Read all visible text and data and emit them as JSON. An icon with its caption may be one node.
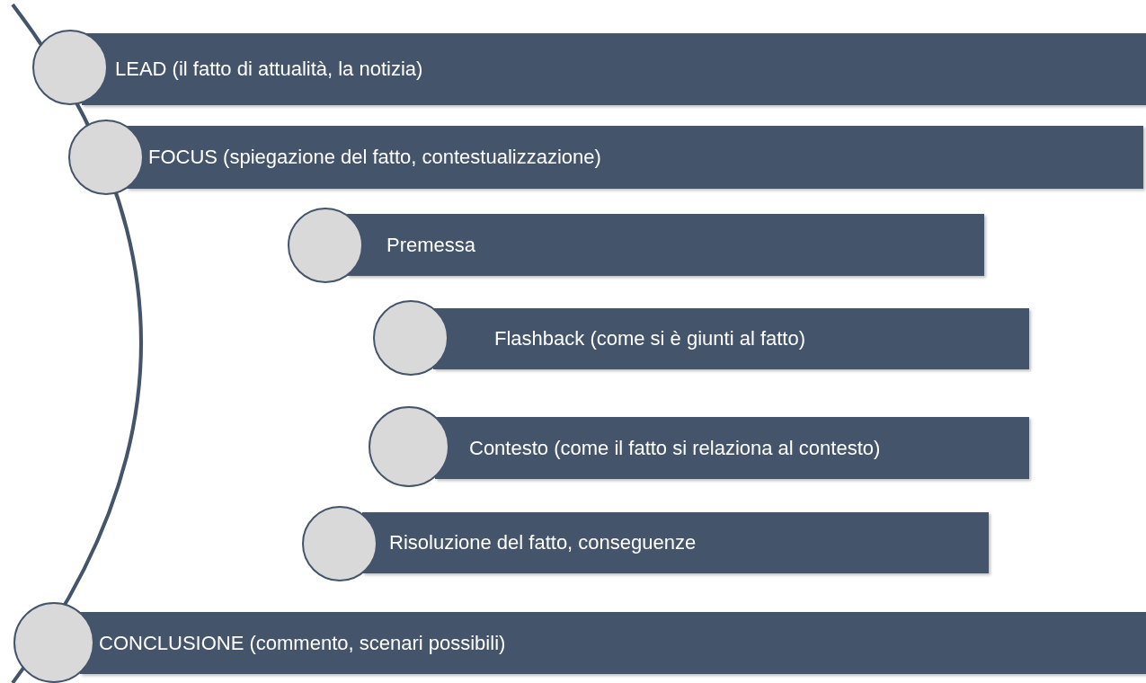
{
  "diagram": {
    "nodes": [
      {
        "text": [
          "LEAD (il fatto di attualità, la notizia)"
        ]
      },
      {
        "text": [
          "FOCUS (spiegazione del fatto, contestualizzazione)"
        ]
      },
      {
        "text": [
          "Premessa"
        ]
      },
      {
        "text": [
          "Flashback (come si è giunti al fatto)"
        ]
      },
      {
        "text": [
          "Contesto (come il fatto si relaziona al contesto)"
        ]
      },
      {
        "text": [
          "Risoluzione del fatto, conseguenze"
        ]
      },
      {
        "text": [
          "CONCLUSIONE (commento, scenari possibili)"
        ]
      },
      {
        "text": [],
        "shape": "circle"
      },
      {
        "text": [],
        "shape": "circle"
      },
      {
        "text": [],
        "shape": "circle"
      },
      {
        "text": [],
        "shape": "circle"
      },
      {
        "text": [],
        "shape": "circle"
      },
      {
        "text": [],
        "shape": "circle"
      },
      {
        "text": [],
        "shape": "circle"
      }
    ]
  }
}
